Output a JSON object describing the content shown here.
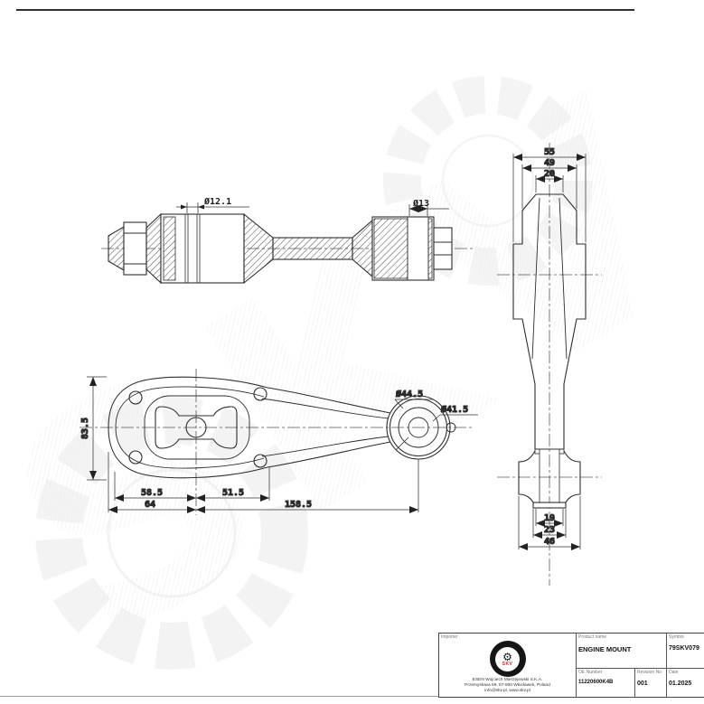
{
  "watermark": {
    "text": "SKV"
  },
  "views": {
    "shaft_section": {
      "dims": {
        "bore_left": "Ø12.1",
        "bore_right": "Ø13"
      }
    },
    "plan": {
      "dims": {
        "height": "83.5",
        "left_to_center": "58.5",
        "center_to_right": "51.5",
        "overall_left": "64",
        "center_to_bushing": "158.5",
        "bushing_outer": "Ø44.5",
        "bushing_inner": "Ø41.5"
      }
    },
    "side": {
      "dims": {
        "top_outer": "55",
        "top_mid": "49",
        "top_inner": "20",
        "bottom_inner": "19",
        "bottom_mid": "23",
        "bottom_outer": "46"
      }
    }
  },
  "title_block": {
    "importer_label": "Importer",
    "product_name_label": "Product name",
    "product_name": "ENGINE MOUNT",
    "symbol_label": "Symbol",
    "symbol": "79SKV079",
    "oe_number_label": "OE Number",
    "oe_number": "11220600K4B",
    "revision_label": "Revision No",
    "revision": "001",
    "date_label": "Date",
    "date": "01.2025",
    "company_lines": [
      "ESEN Wojciech Mierzejewski S.K.A.",
      "Przemysłowa 59, 87-800 Włocławek, Poland",
      "info@skv.pl, www.skv.pl"
    ],
    "logo_text": "SKV"
  },
  "colors": {
    "line": "#2e2e2e",
    "dimension": "#333333",
    "watermark": "#e9e9e9",
    "logo_accent": "#c0272d"
  }
}
